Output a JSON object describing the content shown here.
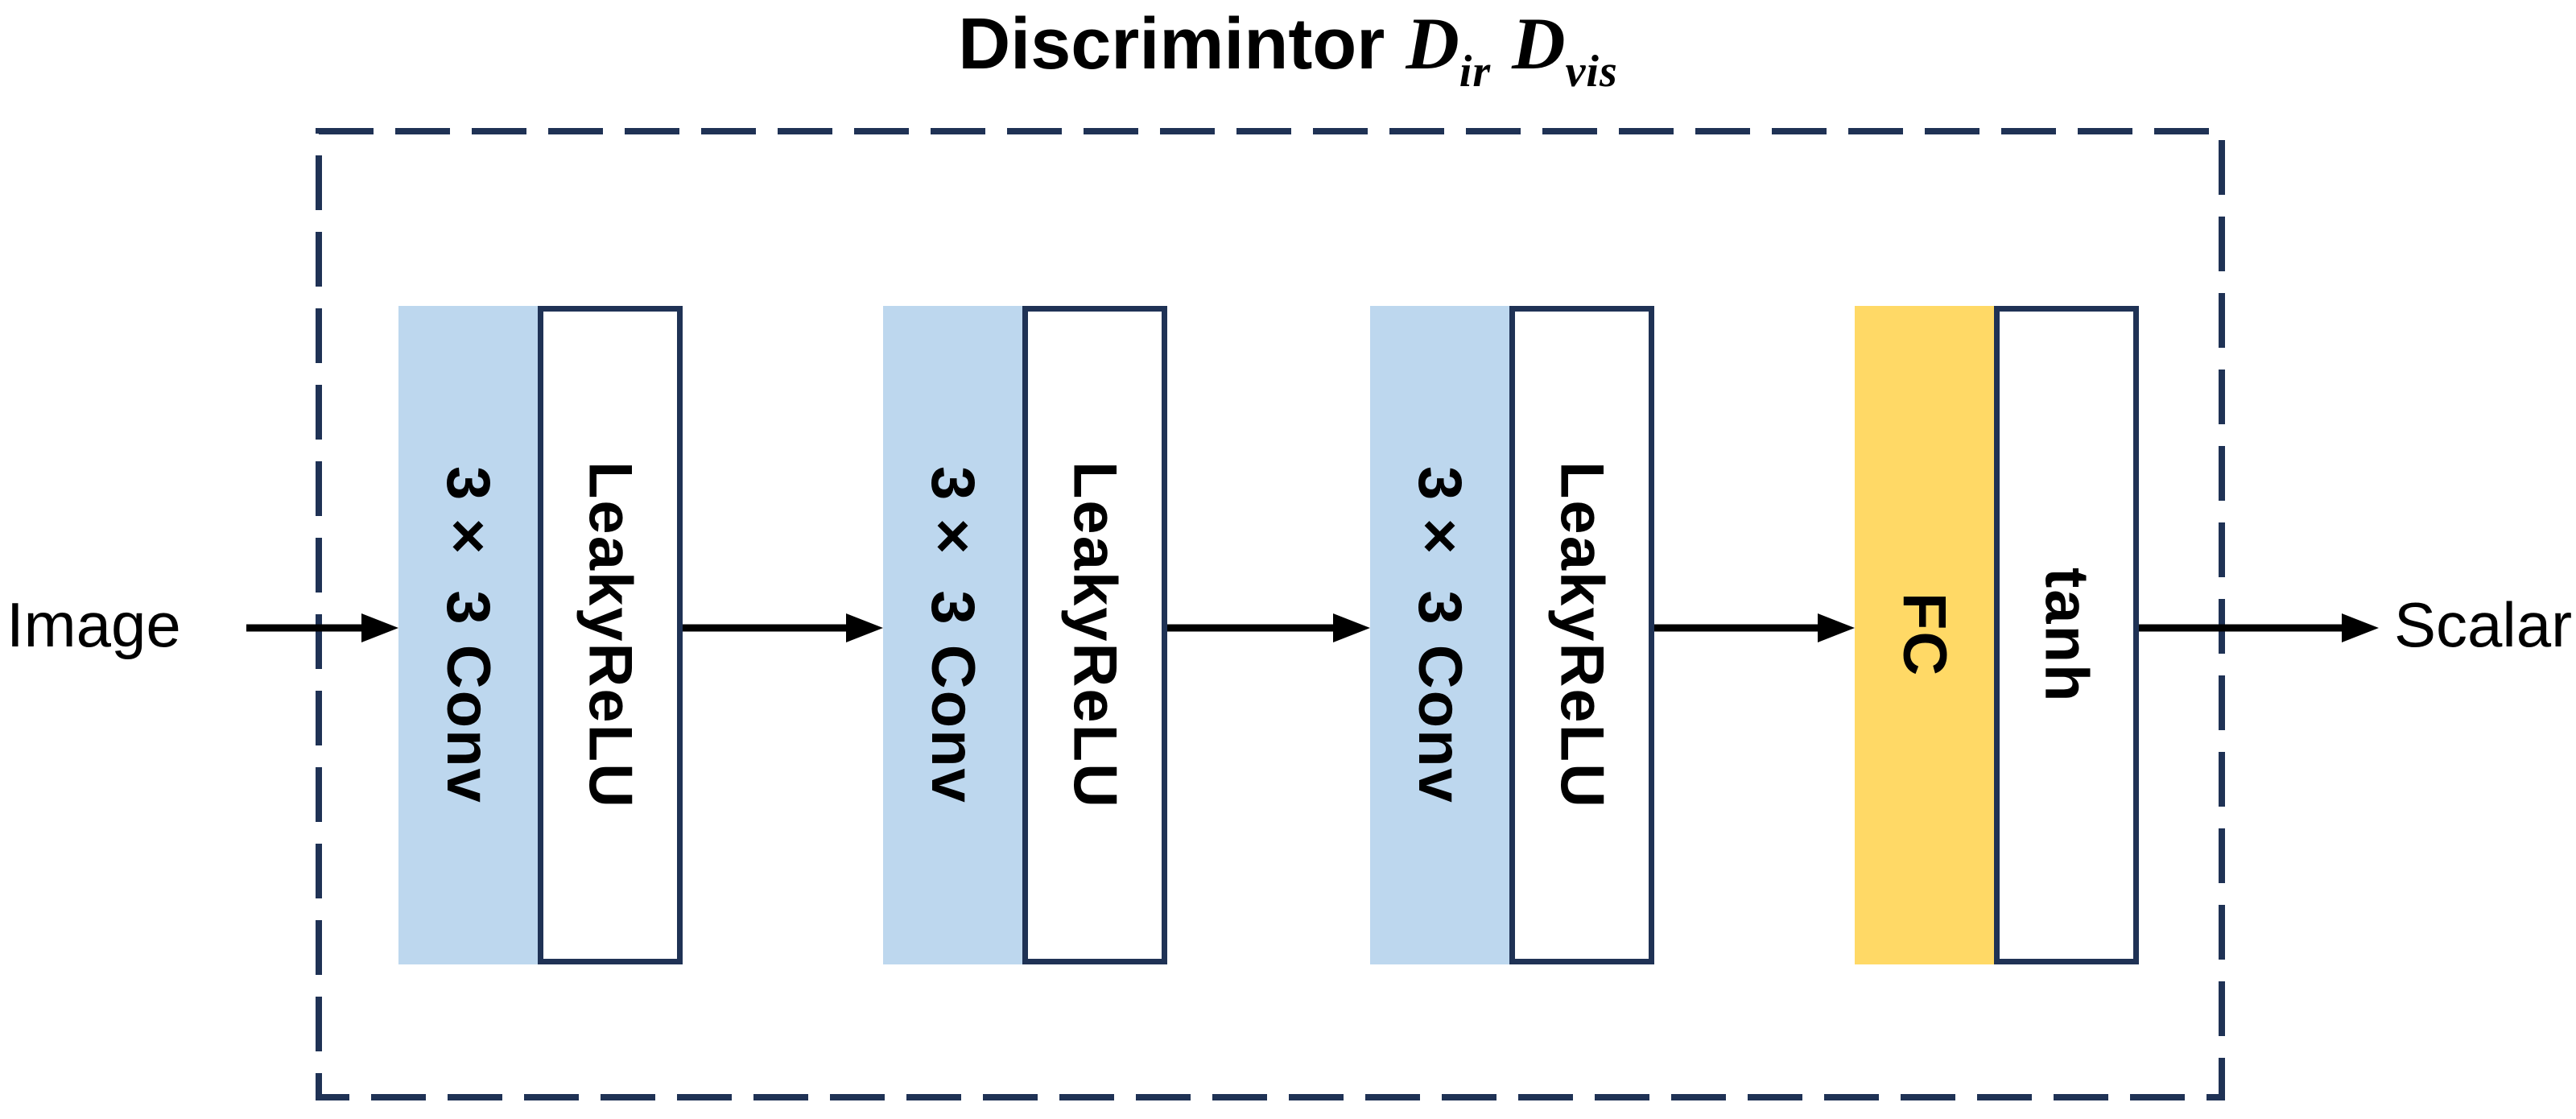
{
  "title": {
    "prefix": "Discrimintor",
    "d1": {
      "base": "D",
      "sub": "ir"
    },
    "d2": {
      "base": "D",
      "sub": "vis"
    }
  },
  "input_label": "Image",
  "output_label": "Scalar",
  "blocks": [
    {
      "type": "conv",
      "label": "3× 3 Conv"
    },
    {
      "type": "activation",
      "label": "LeakyReLU"
    },
    {
      "type": "conv",
      "label": "3× 3 Conv"
    },
    {
      "type": "activation",
      "label": "LeakyReLU"
    },
    {
      "type": "conv",
      "label": "3× 3 Conv"
    },
    {
      "type": "activation",
      "label": "LeakyReLU"
    },
    {
      "type": "fc",
      "label": "FC"
    },
    {
      "type": "activation",
      "label": "tanh"
    }
  ],
  "colors": {
    "conv_fill": "#BDD7EE",
    "fc_fill": "#FFD966",
    "outline": "#1F3255",
    "arrow": "#000000"
  }
}
